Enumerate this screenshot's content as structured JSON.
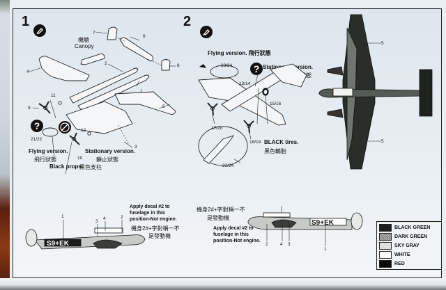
{
  "sheet": {
    "steps": [
      {
        "number": "1",
        "icons": {
          "glue": "glue-tube-icon",
          "question": "question-mark-icon",
          "prohibited": "no-glue-icon"
        },
        "labels": {
          "canopy_cn": "機艙",
          "canopy_en": "Canopy",
          "flying_en": "Flying version.",
          "flying_cn": "飛行狀態",
          "stationary_en": "Stationary version.",
          "stationary_cn": "靜止狀態",
          "props_en": "Black props.",
          "props_cn": "黑色支柱"
        },
        "parts": [
          "7",
          "6",
          "4",
          "2",
          "1",
          "8",
          "5",
          "11",
          "9",
          "12",
          "3",
          "10",
          "21/22"
        ]
      },
      {
        "number": "2",
        "icons": {
          "glue": "glue-tube-icon",
          "question": "question-mark-icon"
        },
        "labels": {
          "flying": "Flying version. 飛行狀態",
          "stationary_en": "Stationary version.",
          "stationary_cn": "靜止狀態",
          "tires_en": "BLACK tires.",
          "tires_cn": "黑色輪胎"
        },
        "parts": [
          "23/24",
          "13/14",
          "15/16",
          "17/20",
          "18/19",
          "23/24"
        ]
      }
    ],
    "top_view": {
      "callouts": [
        "5",
        "5"
      ]
    },
    "side_left": {
      "callouts": [
        "1",
        "3",
        "4",
        "2"
      ],
      "code": "S9+EK",
      "note_en": [
        "Apply decal #2 to",
        "fuselage in this",
        "position-Not engine."
      ],
      "note_cn": [
        "機身2#+字對稱一不",
        "是發動機"
      ]
    },
    "side_right": {
      "callouts": [
        "2",
        "4",
        "3",
        "1"
      ],
      "code": "S9+EK",
      "note_en": [
        "Apply decal #2 to",
        "fuselage in this",
        "position-Not engine."
      ],
      "note_cn": [
        "機身2#+字對稱一不",
        "是發動機"
      ]
    },
    "legend": [
      {
        "label": "BLACK GREEN",
        "color": "#1c1e1c",
        "pattern": "solid"
      },
      {
        "label": "DARK GREEN",
        "color": "#7a7d7a",
        "pattern": "dither"
      },
      {
        "label": "SKY GRAY",
        "color": "#cfd2d2",
        "pattern": "dither-light"
      },
      {
        "label": "WHITE",
        "color": "#ffffff",
        "pattern": "solid"
      },
      {
        "label": "RED",
        "color": "#0b0b0b",
        "pattern": "solid"
      }
    ]
  }
}
